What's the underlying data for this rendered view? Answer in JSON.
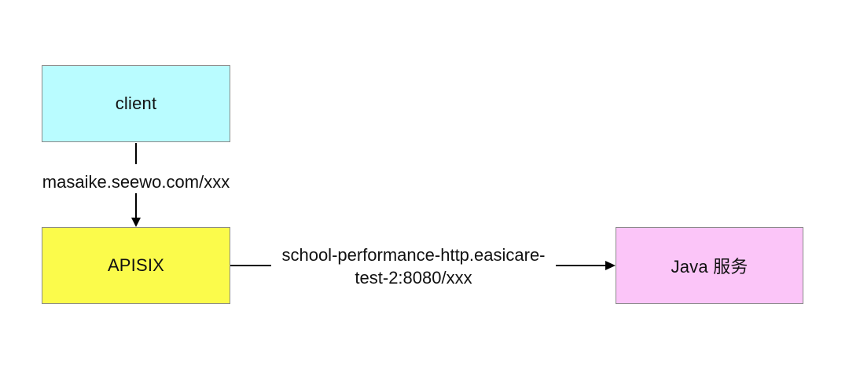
{
  "diagram": {
    "background_color": "#ffffff",
    "line_color": "#000000",
    "node_border_color": "#8a8a8a",
    "nodes": {
      "client": {
        "label": "client",
        "fill": "#b9fcff"
      },
      "apisix": {
        "label": "APISIX",
        "fill": "#fbfb4b"
      },
      "java_service": {
        "label": "Java 服务",
        "fill": "#fbc5f8"
      }
    },
    "edges": {
      "client_to_apisix": {
        "label": "masaike.seewo.com/xxx",
        "direction": "down"
      },
      "apisix_to_java": {
        "label_lines": [
          "school-performance-http.easicare-",
          "test-2:8080/xxx"
        ],
        "direction": "right"
      }
    }
  }
}
